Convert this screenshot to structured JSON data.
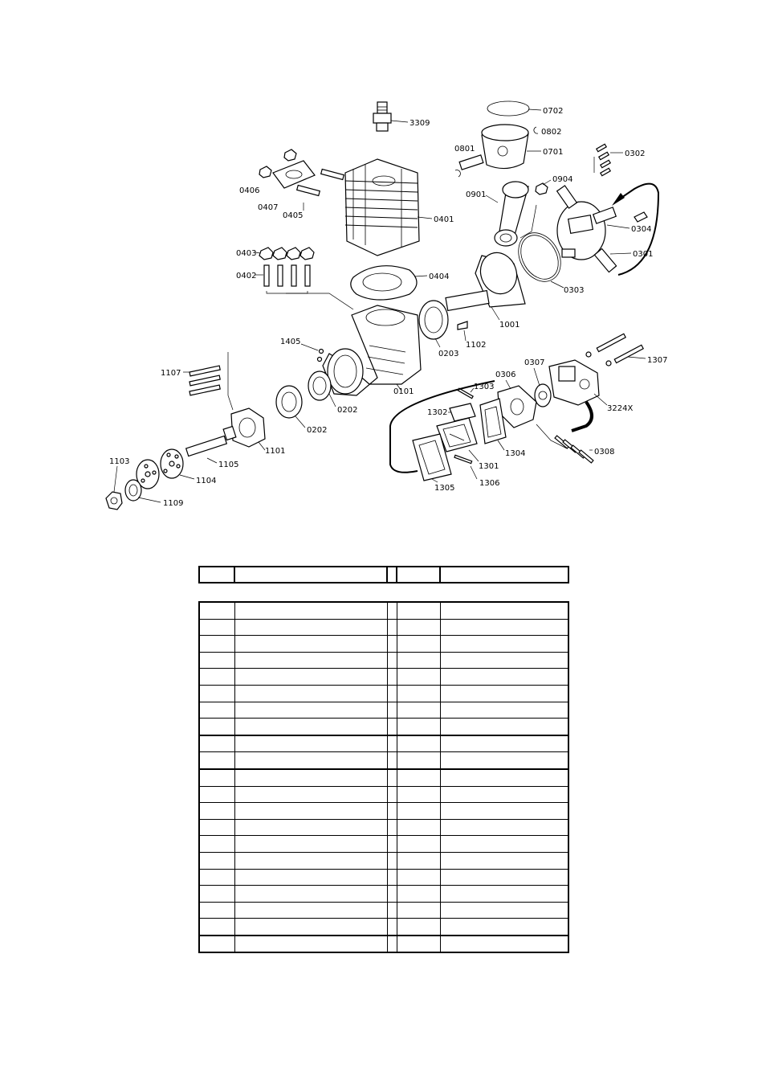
{
  "labels": {
    "l3309": "3309",
    "l0702": "0702",
    "l0802": "0802",
    "l0801": "0801",
    "l0701": "0701",
    "l0302": "0302",
    "l0406": "0406",
    "l0407": "0407",
    "l0405": "0405",
    "l0401": "0401",
    "l0901": "0901",
    "l0904": "0904",
    "l0304": "0304",
    "l0301": "0301",
    "l0303": "0303",
    "l0403": "0403",
    "l0402": "0402",
    "l0404": "0404",
    "l1001": "1001",
    "l1102": "1102",
    "l0203": "0203",
    "l1405": "1405",
    "l1107": "1107",
    "l0101": "0101",
    "l1307": "1307",
    "l0307": "0307",
    "l0306": "0306",
    "l1303": "1303",
    "l3224x": "3224X",
    "l1302": "1302",
    "l0202a": "0202",
    "l0202b": "0202",
    "l1304": "1304",
    "l1101": "1101",
    "l0308": "0308",
    "l1105": "1105",
    "l1301": "1301",
    "l1103": "1103",
    "l1104": "1104",
    "l1306": "1306",
    "l1305": "1305",
    "l1109": "1109"
  },
  "table": {
    "header_rows": 1,
    "body_rows": 21,
    "columns": 5
  }
}
